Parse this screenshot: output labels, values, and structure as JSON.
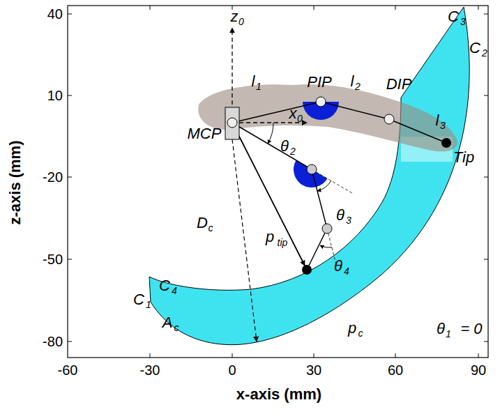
{
  "diagram": {
    "labels": [
      "40",
      "10",
      "-20",
      "-50",
      "-80",
      "-60",
      "-30",
      "0",
      "30",
      "60",
      "90",
      "z-axis (mm)",
      "x-axis (mm)",
      "z",
      "0",
      "PIP",
      "l",
      "1",
      "l",
      "2",
      "DIP",
      "C",
      "3",
      "C",
      "2",
      "MCP",
      "x",
      "0",
      "θ",
      "2",
      "l",
      "3",
      "Tip",
      "θ",
      "3",
      "D",
      "c",
      "p",
      "tip",
      "C",
      "4",
      "C",
      "1",
      "θ",
      "4",
      "A",
      "c",
      "p",
      "c",
      "θ",
      "1",
      "= 0"
    ]
  }
}
